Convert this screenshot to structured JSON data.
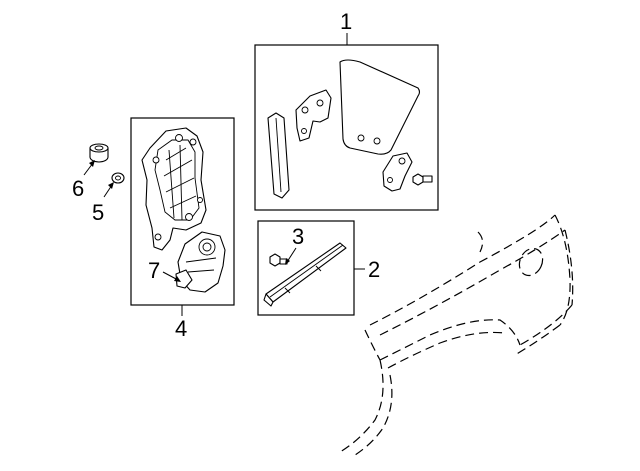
{
  "callouts": {
    "c1": "1",
    "c2": "2",
    "c3": "3",
    "c4": "4",
    "c5": "5",
    "c6": "6",
    "c7": "7"
  },
  "icons": {
    "glass_assembly": "quarter-glass-icon",
    "trim_strip": "weatherstrip-icon",
    "regulator": "window-regulator-icon",
    "motor": "window-motor-icon",
    "fasteners": "bolt-icon",
    "body_outline": "quarter-panel-outline-icon"
  }
}
